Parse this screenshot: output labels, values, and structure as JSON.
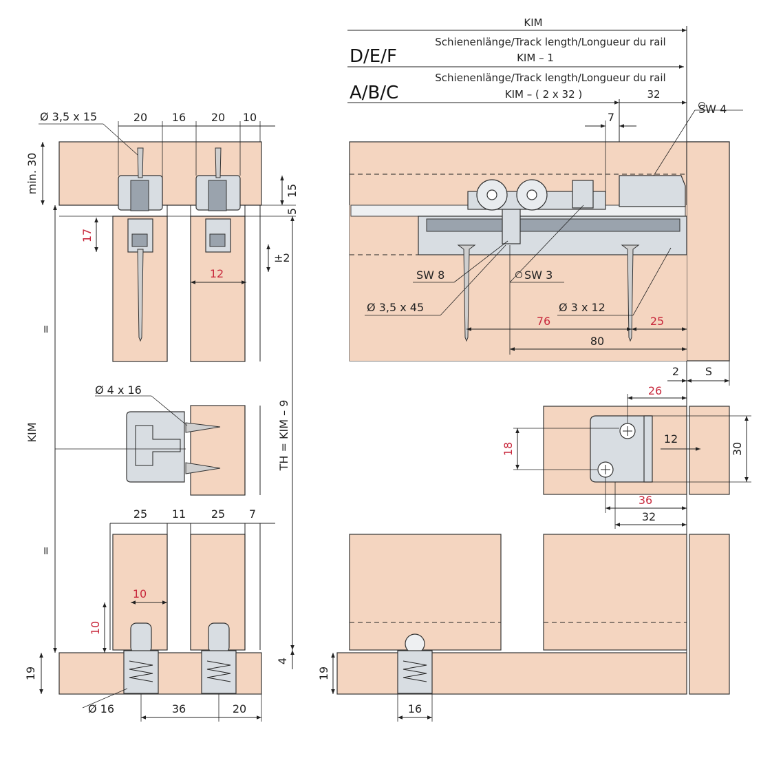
{
  "header": {
    "kim": "KIM",
    "row1_code": "D/E/F",
    "row1_label": "Schienenlänge/Track length/Longueur du rail",
    "row1_formula": "KIM – 1",
    "row2_code": "A/B/C",
    "row2_label": "Schienenlänge/Track length/Longueur du rail",
    "row2_formula": "KIM – ( 2 x 32 )",
    "row2_right": "32"
  },
  "left_view": {
    "screw_top": "Ø 3,5 x 15",
    "top_dims": [
      "20",
      "16",
      "20",
      "10"
    ],
    "min30": "min. 30",
    "d15": "15",
    "d5": "5",
    "d17": "17",
    "d12": "12",
    "pm2": "±2",
    "eq1": "=",
    "eq2": "=",
    "kim": "KIM",
    "th": "TH = KIM – 9",
    "screw_mid": "Ø 4 x 16",
    "bottom_dims": [
      "25",
      "11",
      "25",
      "7"
    ],
    "d10h": "10",
    "d10v": "10",
    "d19": "19",
    "d4": "4",
    "dia16": "Ø 16",
    "d36": "36",
    "d20": "20"
  },
  "right_view": {
    "sw4": "SW 4",
    "d7": "7",
    "sw8": "SW 8",
    "sw3": "SW 3",
    "screw_a": "Ø 3,5 x 45",
    "screw_b": "Ø 3 x 12",
    "d76": "76",
    "d25": "25",
    "d80": "80",
    "d2": "2",
    "ds": "S",
    "stop_d26": "26",
    "stop_d18": "18",
    "stop_d12": "12",
    "stop_d30": "30",
    "stop_d36": "36",
    "stop_d32": "32",
    "d19": "19",
    "d16": "16"
  },
  "colors": {
    "wood": "#f4d5c0",
    "red_dimension": "#c8283c",
    "metal": "#d8dde2"
  }
}
